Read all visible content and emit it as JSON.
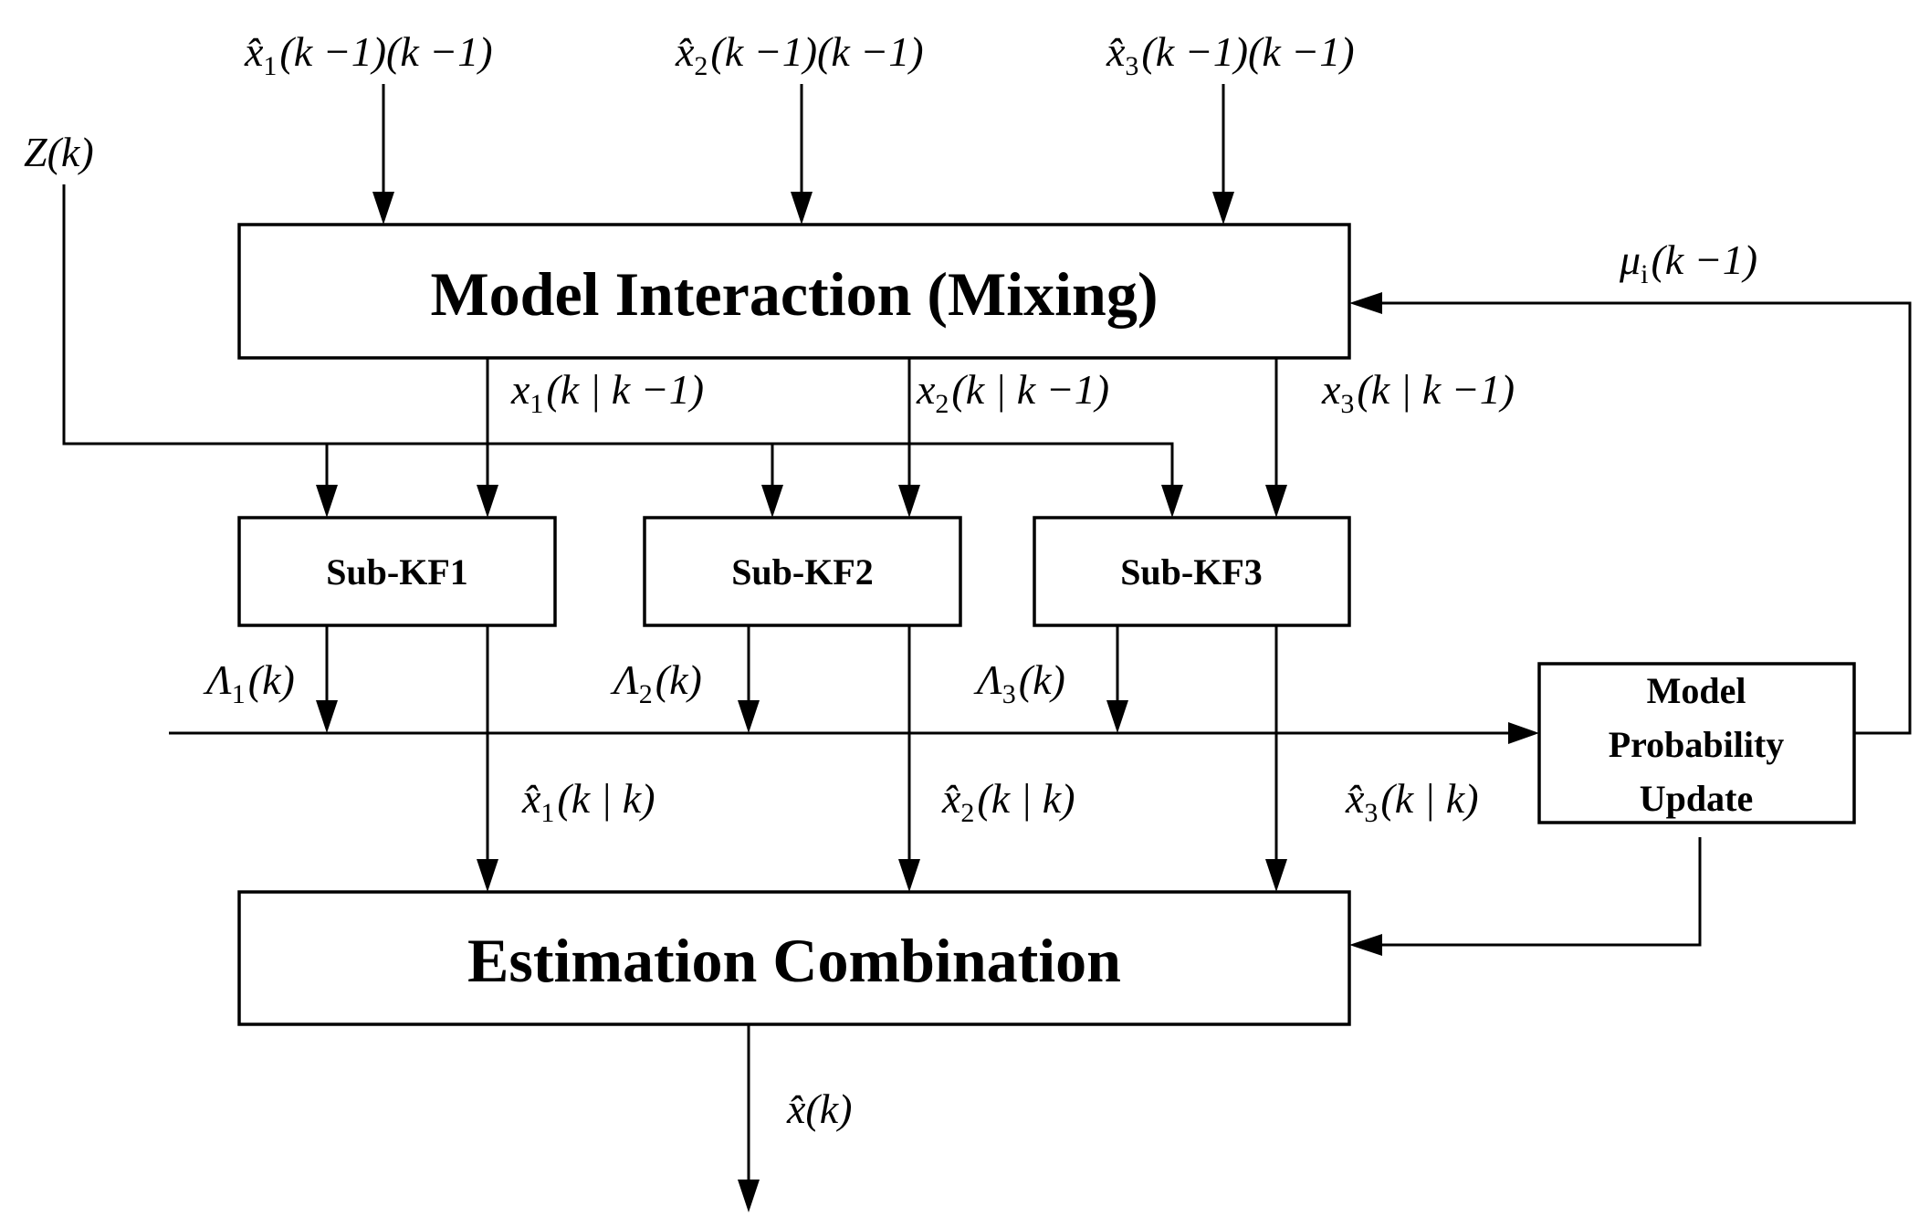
{
  "blocks": {
    "mixing": "Model Interaction (Mixing)",
    "kf1": "Sub-KF1",
    "kf2": "Sub-KF2",
    "kf3": "Sub-KF3",
    "prob_line1": "Model",
    "prob_line2": "Probability",
    "prob_line3": "Update",
    "combination": "Estimation Combination"
  },
  "labels": {
    "prev_est_1": {
      "sym": "x̂",
      "sub": "1",
      "rest": "(k −1)(k −1)"
    },
    "prev_est_2": {
      "sym": "x̂",
      "sub": "2",
      "rest": "(k −1)(k −1)"
    },
    "prev_est_3": {
      "sym": "x̂",
      "sub": "3",
      "rest": "(k −1)(k −1)"
    },
    "measurement": {
      "sym": "Z",
      "sub": "",
      "rest": "(k)"
    },
    "mu": {
      "sym": "μ",
      "sub": "i",
      "rest": "(k −1)"
    },
    "mixed_1": {
      "sym": "x",
      "sub": "1",
      "rest": "(k | k −1)"
    },
    "mixed_2": {
      "sym": "x",
      "sub": "2",
      "rest": "(k | k −1)"
    },
    "mixed_3": {
      "sym": "x",
      "sub": "3",
      "rest": "(k | k −1)"
    },
    "lik_1": {
      "sym": "Λ",
      "sub": "1",
      "rest": "(k)"
    },
    "lik_2": {
      "sym": "Λ",
      "sub": "2",
      "rest": "(k)"
    },
    "lik_3": {
      "sym": "Λ",
      "sub": "3",
      "rest": "(k)"
    },
    "est_1": {
      "sym": "x̂",
      "sub": "1",
      "rest": "(k | k)"
    },
    "est_2": {
      "sym": "x̂",
      "sub": "2",
      "rest": "(k | k)"
    },
    "est_3": {
      "sym": "x̂",
      "sub": "3",
      "rest": "(k | k)"
    },
    "output": {
      "sym": "x̂",
      "sub": "",
      "rest": "(k)"
    }
  }
}
